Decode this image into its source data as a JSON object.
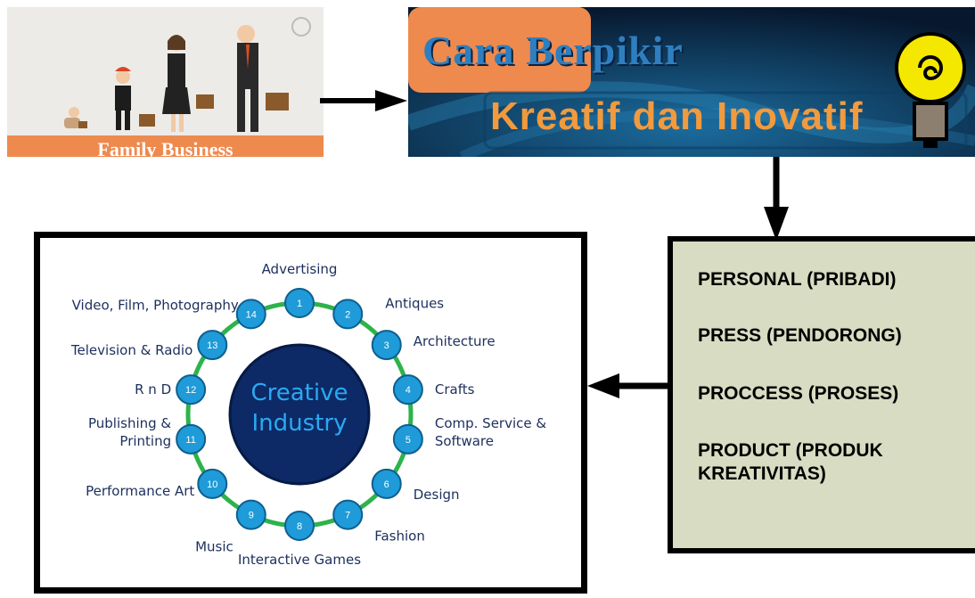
{
  "family_business": {
    "caption": "Family Business"
  },
  "banner": {
    "line1": "Cara Berpikir",
    "line2": "Kreatif dan Inovatif",
    "colors": {
      "bg": "#0a2240",
      "tab": "#ee8a4e",
      "text_orange": "#f19a3e",
      "text_blue": "#2f7fc0",
      "bulb": "#f5e800"
    }
  },
  "four_p": [
    {
      "label": "PERSONAL (PRIBADI)"
    },
    {
      "label": "PRESS (PENDORONG)"
    },
    {
      "label": "PROCCESS (PROSES)"
    },
    {
      "label": "PRODUCT (PRODUK KREATIVITAS)"
    }
  ],
  "creative_industry": {
    "center_line1": "Creative",
    "center_line2": "Industry",
    "sectors": [
      {
        "number": "1",
        "label": "Advertising"
      },
      {
        "number": "2",
        "label": "Antiques"
      },
      {
        "number": "3",
        "label": "Architecture"
      },
      {
        "number": "4",
        "label": "Crafts"
      },
      {
        "number": "5",
        "label": "Comp. Service & Software"
      },
      {
        "number": "6",
        "label": "Design"
      },
      {
        "number": "7",
        "label": "Fashion"
      },
      {
        "number": "8",
        "label": "Interactive Games"
      },
      {
        "number": "9",
        "label": "Music"
      },
      {
        "number": "10",
        "label": "Performance Art"
      },
      {
        "number": "11",
        "label": "Publishing & Printing"
      },
      {
        "number": "12",
        "label": "R n D"
      },
      {
        "number": "13",
        "label": "Television & Radio"
      },
      {
        "number": "14",
        "label": "Video, Film, Photography"
      }
    ],
    "colors": {
      "ring": "#2db34a",
      "node": "#1e9bd8",
      "center": "#0d2a66",
      "label": "#1c2f5c"
    }
  }
}
